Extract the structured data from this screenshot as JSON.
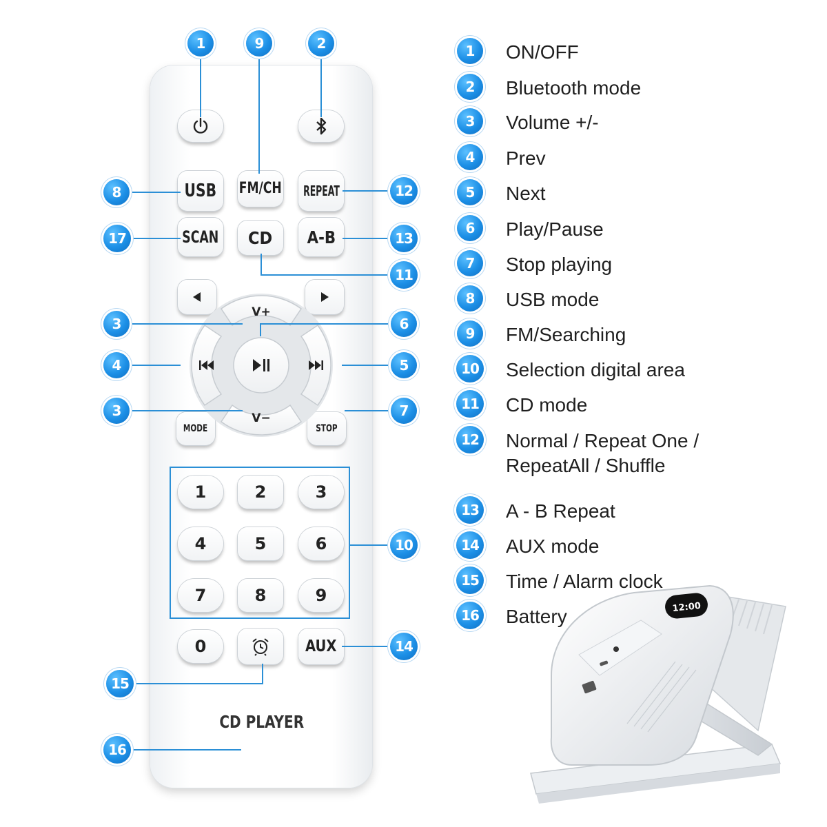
{
  "remote": {
    "buttons": {
      "usb": "USB",
      "fm": "FM/CH",
      "repeat": "REPEAT",
      "scan": "SCAN",
      "cd": "CD",
      "ab": "A-B",
      "vol_up": "V+",
      "vol_down": "V−",
      "mode": "MODE",
      "stop": "STOP",
      "aux": "AUX",
      "keypad": [
        "1",
        "2",
        "3",
        "4",
        "5",
        "6",
        "7",
        "8",
        "9",
        "0"
      ]
    },
    "label": "CD PLAYER"
  },
  "callouts": [
    "1",
    "9",
    "2",
    "8",
    "12",
    "17",
    "13",
    "11",
    "3",
    "6",
    "4",
    "5",
    "3",
    "7",
    "10",
    "14",
    "15",
    "16"
  ],
  "legend": [
    {
      "num": "1",
      "text": "ON/OFF"
    },
    {
      "num": "2",
      "text": "Bluetooth mode"
    },
    {
      "num": "3",
      "text": "Volume +/-"
    },
    {
      "num": "4",
      "text": "Prev"
    },
    {
      "num": "5",
      "text": "Next"
    },
    {
      "num": "6",
      "text": "Play/Pause"
    },
    {
      "num": "7",
      "text": "Stop playing"
    },
    {
      "num": "8",
      "text": "USB mode"
    },
    {
      "num": "9",
      "text": "FM/Searching"
    },
    {
      "num": "10",
      "text": "Selection digital area"
    },
    {
      "num": "11",
      "text": "CD mode"
    },
    {
      "num": "12",
      "text": "Normal / Repeat One / RepeatAll / Shuffle"
    },
    {
      "num": "13",
      "text": "A - B Repeat"
    },
    {
      "num": "14",
      "text": "AUX mode"
    },
    {
      "num": "15",
      "text": "Time / Alarm clock"
    },
    {
      "num": "16",
      "text": "Battery"
    }
  ],
  "device_display": "12:00",
  "colors": {
    "accent": "#1c8fe6",
    "line": "#2b8fd6"
  }
}
